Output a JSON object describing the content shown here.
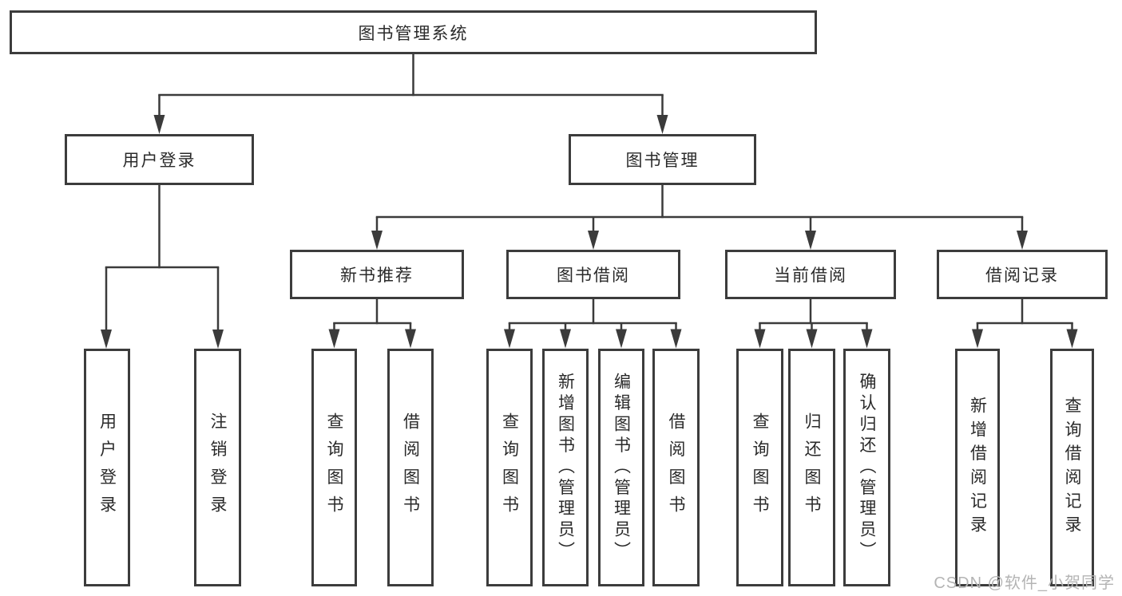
{
  "tree": {
    "label": "图书管理系统",
    "children": [
      {
        "label": "用户登录",
        "children": [
          {
            "label": "用户登录"
          },
          {
            "label": "注销登录"
          }
        ]
      },
      {
        "label": "图书管理",
        "children": [
          {
            "label": "新书推荐",
            "children": [
              {
                "label": "查询图书"
              },
              {
                "label": "借阅图书"
              }
            ]
          },
          {
            "label": "图书借阅",
            "children": [
              {
                "label": "查询图书"
              },
              {
                "label": "新增图书（管理员）"
              },
              {
                "label": "编辑图书（管理员）"
              },
              {
                "label": "借阅图书"
              }
            ]
          },
          {
            "label": "当前借阅",
            "children": [
              {
                "label": "查询图书"
              },
              {
                "label": "归还图书"
              },
              {
                "label": "确认归还（管理员）"
              }
            ]
          },
          {
            "label": "借阅记录",
            "children": [
              {
                "label": "新增借阅记录"
              },
              {
                "label": "查询借阅记录"
              }
            ]
          }
        ]
      }
    ]
  },
  "watermark": {
    "text": "CSDN @软件_小贺同学"
  },
  "colors": {
    "line": "#3b3b3b",
    "box_border": "#3c3c3c",
    "text": "#2a2a2a",
    "watermark": "#b4b4b4",
    "background": "#ffffff"
  }
}
